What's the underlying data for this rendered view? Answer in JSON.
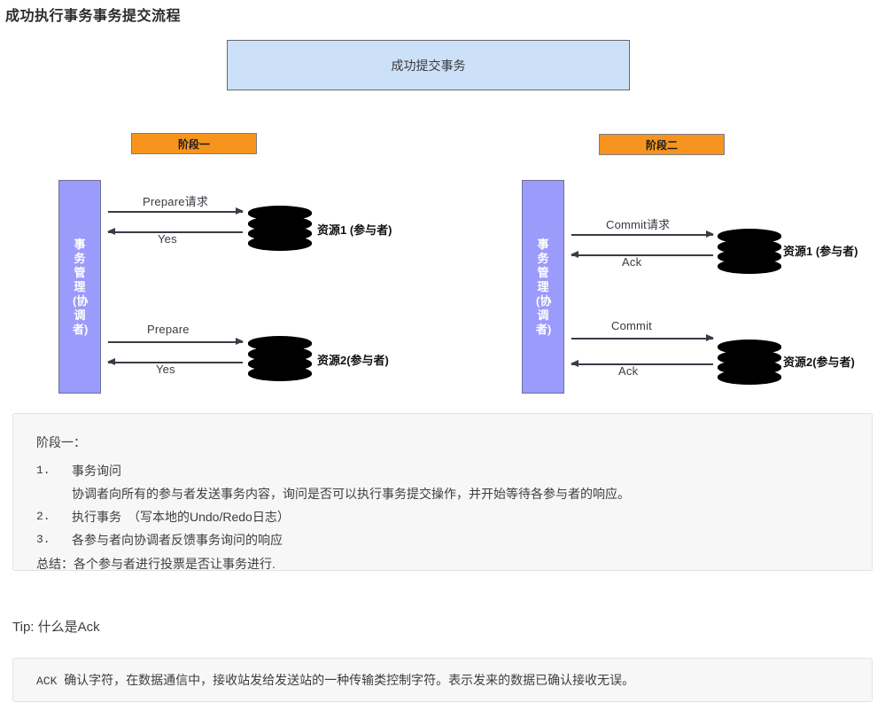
{
  "page": {
    "title": "成功执行事务事务提交流程"
  },
  "diagram": {
    "banner": "成功提交事务",
    "stage_one_badge": "阶段一",
    "stage_two_badge": "阶段二",
    "coordinator_label": "事务管理(协调者)",
    "phase1": {
      "resource1_label": "资源1 (参与者)",
      "resource2_label": "资源2(参与者)",
      "arrow_r1_out": "Prepare请求",
      "arrow_r1_in": "Yes",
      "arrow_r2_out": "Prepare",
      "arrow_r2_in": "Yes"
    },
    "phase2": {
      "resource1_label": "资源1 (参与者)",
      "resource2_label": "资源2(参与者)",
      "arrow_r1_out": "Commit请求",
      "arrow_r1_in": "Ack",
      "arrow_r2_out": "Commit",
      "arrow_r2_in": "Ack"
    },
    "colors": {
      "banner_fill": "#cce0f8",
      "stage_badge_fill": "#f7941e",
      "coordinator_fill": "#9b9bfb",
      "arrow_stroke": "#3b3b46",
      "database_fill": "#000000"
    }
  },
  "steps_box": {
    "heading": "阶段一：",
    "items": [
      {
        "num": "1.",
        "text": "事务询问",
        "sub": "协调者向所有的参与者发送事务内容，询问是否可以执行事务提交操作，并开始等待各参与者的响应。"
      },
      {
        "num": "2.",
        "text": "执行事务　（写本地的Undo/Redo日志）",
        "sub": ""
      },
      {
        "num": "3.",
        "text": "各参与者向协调者反馈事务询问的响应",
        "sub": ""
      }
    ],
    "summary": "总结：各个参与者进行投票是否让事务进行."
  },
  "tip": {
    "label": "Tip: 什么是Ack"
  },
  "ack_box": {
    "abbr": "ACK",
    "text": "确认字符，在数据通信中，接收站发给发送站的一种传输类控制字符。表示发来的数据已确认接收无误。"
  }
}
